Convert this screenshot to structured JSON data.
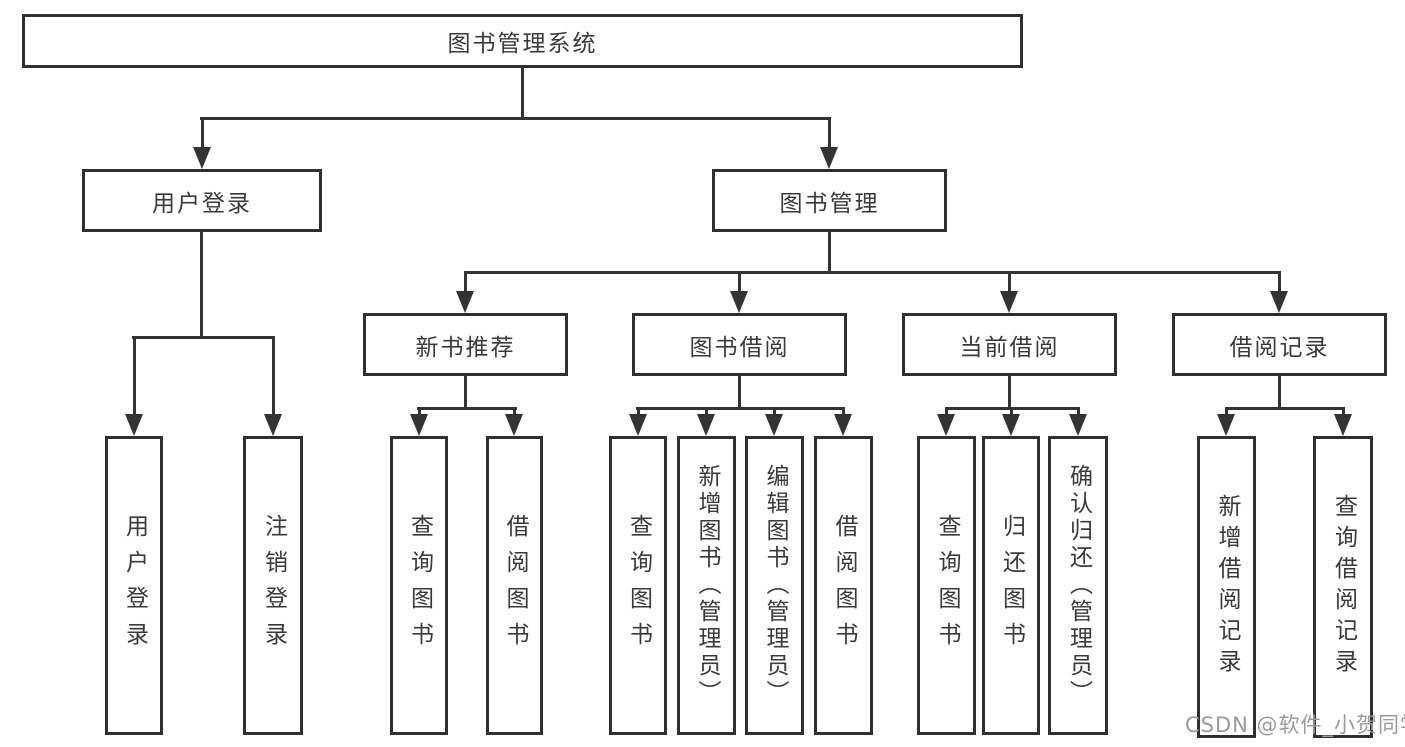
{
  "diagram": {
    "root": "图书管理系统",
    "branches": [
      {
        "label": "用户登录",
        "children": [
          {
            "label": "用户登录"
          },
          {
            "label": "注销登录"
          }
        ]
      },
      {
        "label": "图书管理",
        "children": [
          {
            "label": "新书推荐",
            "children": [
              {
                "label": "查询图书"
              },
              {
                "label": "借阅图书"
              }
            ]
          },
          {
            "label": "图书借阅",
            "children": [
              {
                "label": "查询图书"
              },
              {
                "label": "新增图书（管理员）"
              },
              {
                "label": "编辑图书（管理员）"
              },
              {
                "label": "借阅图书"
              }
            ]
          },
          {
            "label": "当前借阅",
            "children": [
              {
                "label": "查询图书"
              },
              {
                "label": "归还图书"
              },
              {
                "label": "确认归还（管理员）"
              }
            ]
          },
          {
            "label": "借阅记录",
            "children": [
              {
                "label": "新增借阅记录"
              },
              {
                "label": "查询借阅记录"
              }
            ]
          }
        ]
      }
    ]
  },
  "watermark": "CSDN @软件_小贺同学",
  "colors": {
    "background": "#ffffff",
    "line": "#333333",
    "box_border": "#2f2f2f",
    "text": "#3a3a3c",
    "watermark": "#9b9b9f"
  }
}
